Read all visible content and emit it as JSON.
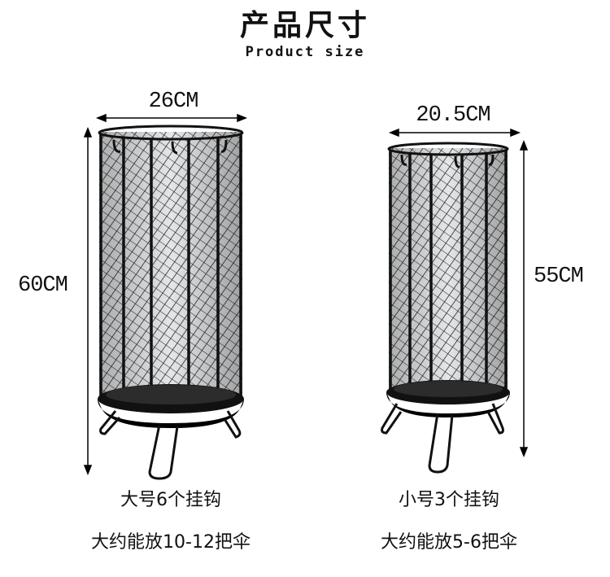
{
  "header": {
    "title": "产品尺寸",
    "subtitle": "Product size"
  },
  "large": {
    "width": "26CM",
    "height": "60CM",
    "line1": "大号6个挂钩",
    "line2": "大约能放10-12把伞"
  },
  "small": {
    "width": "20.5CM",
    "height": "55CM",
    "line1": "小号3个挂钩",
    "line2": "大约能放5-6把伞"
  },
  "colors": {
    "metal": "#1a1a1a",
    "background": "#ffffff"
  }
}
